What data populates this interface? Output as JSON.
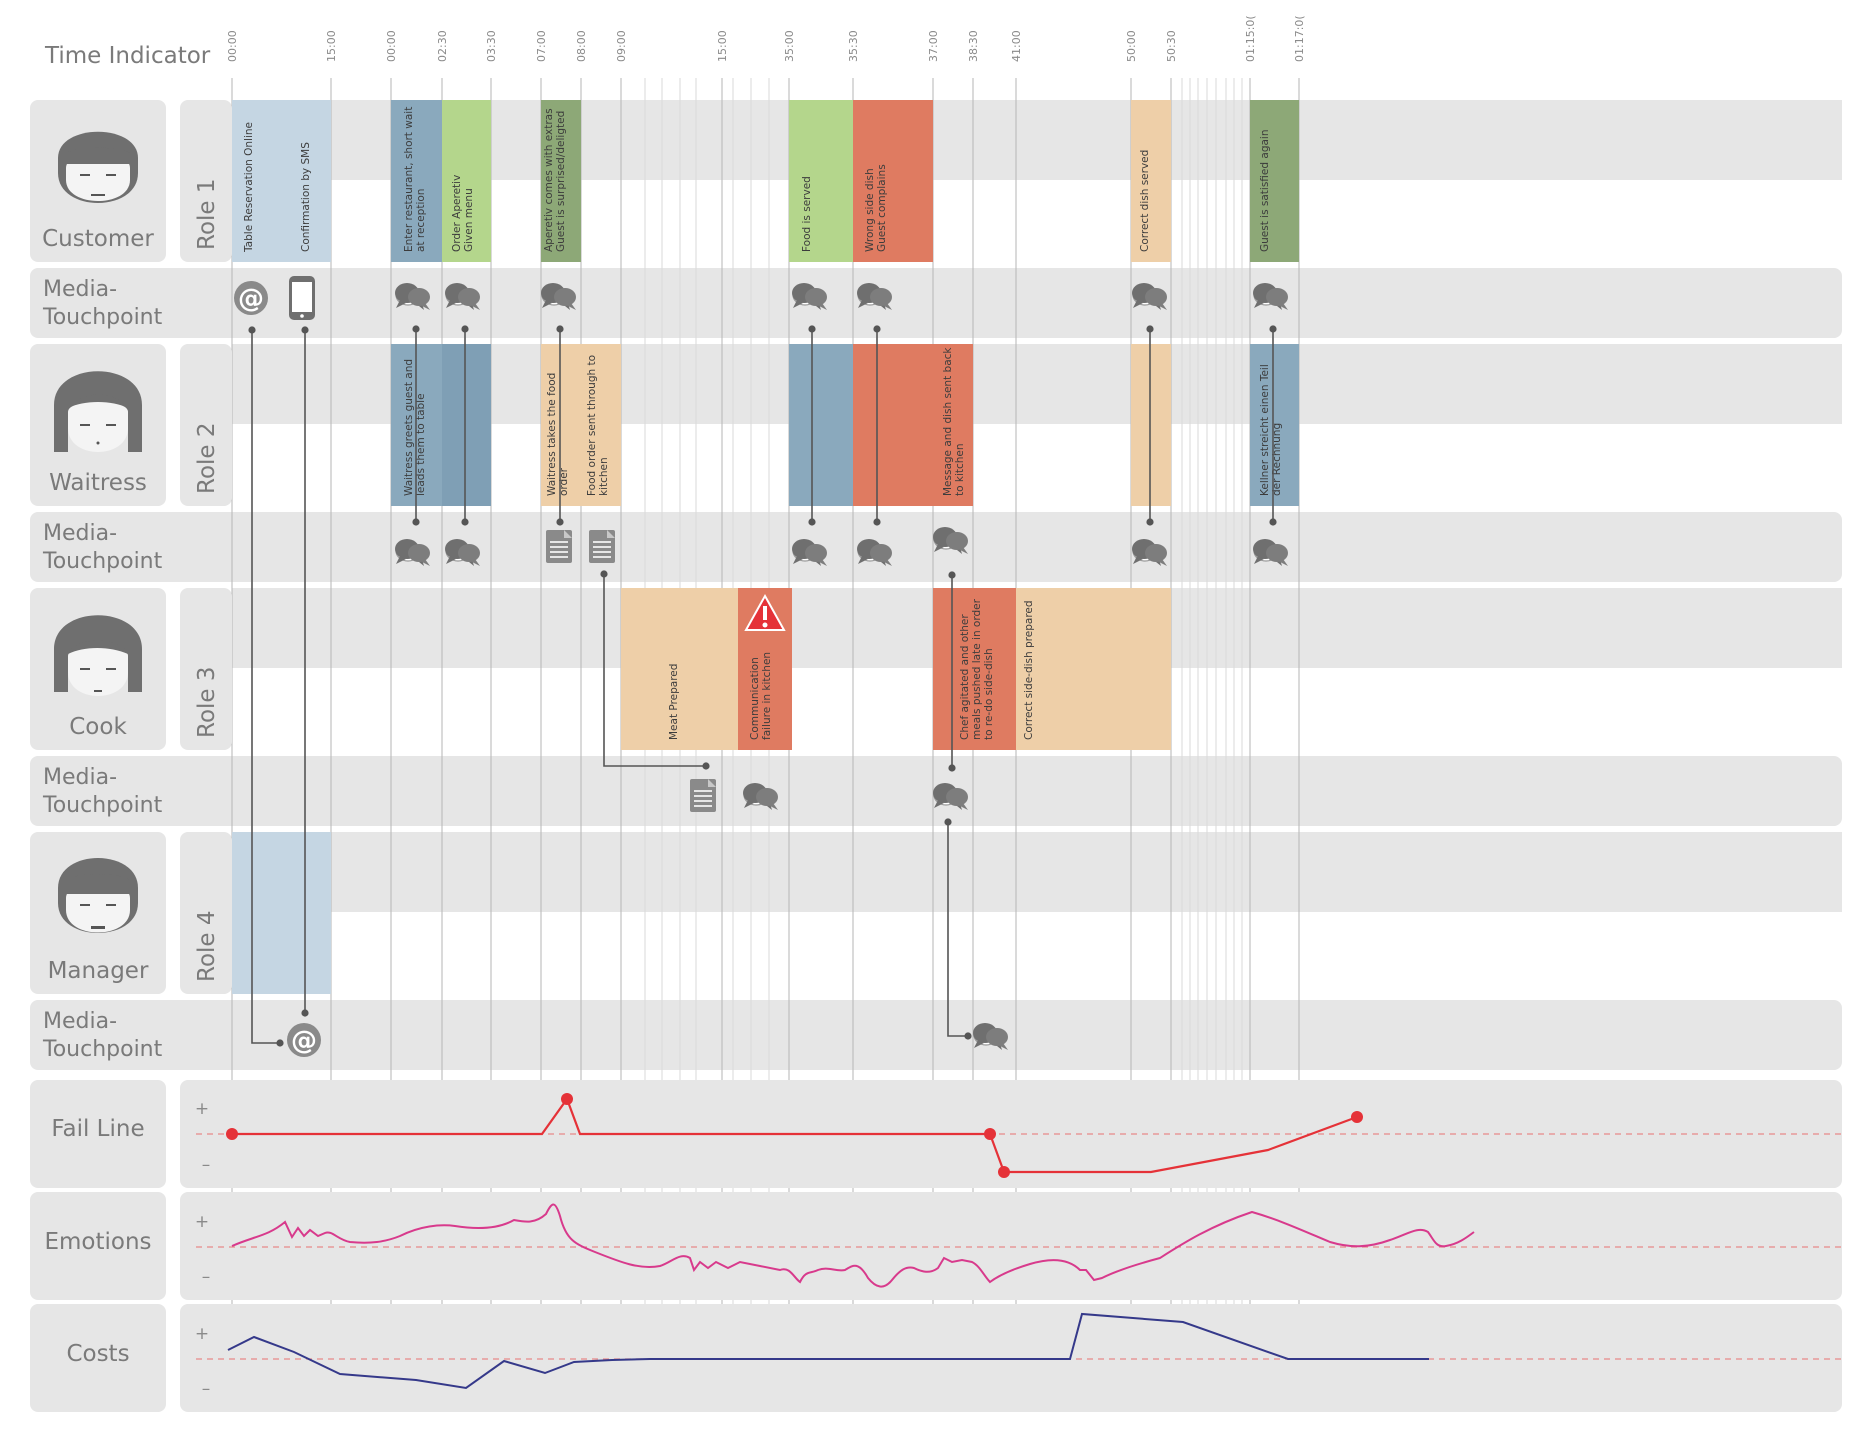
{
  "header": {
    "time_indicator": "Time Indicator"
  },
  "timeline": {
    "ticks": [
      "00:00",
      "15:00",
      "00:00",
      "02:30",
      "03:30",
      "07:00",
      "08:00",
      "09:00",
      "15:00",
      "35:00",
      "35:30",
      "37:00",
      "38:30",
      "41:00",
      "50:00",
      "50:30",
      "01:15:0(",
      "01:17:0("
    ]
  },
  "roles": [
    {
      "name": "Customer",
      "role_label": "Role 1"
    },
    {
      "name": "Waitress",
      "role_label": "Role 2"
    },
    {
      "name": "Cook",
      "role_label": "Role 3"
    },
    {
      "name": "Manager",
      "role_label": "Role 4"
    }
  ],
  "media_label": [
    "Media-",
    "Touchpoint"
  ],
  "activities": {
    "customer": [
      {
        "lines": [
          "Table Reservation Online"
        ],
        "color": "#c5d6e3"
      },
      {
        "lines": [
          "Confirmation by SMS"
        ],
        "color": "#c5d6e3"
      },
      {
        "lines": [
          "Enter restaurant, short wait",
          "at reception"
        ],
        "color": "#8aa9bd"
      },
      {
        "lines": [
          "Order Aperetiv",
          "Given menu"
        ],
        "color": "#b4d68c"
      },
      {
        "lines": [
          "Aperetiv comes with extras",
          "Guest is surprised/deligted"
        ],
        "color": "#8da877"
      },
      {
        "lines": [
          "Food is served"
        ],
        "color": "#b4d68c"
      },
      {
        "lines": [
          "Wrong side dish",
          "Guest complains"
        ],
        "color": "#df7b61"
      },
      {
        "lines": [
          "Correct dish served"
        ],
        "color": "#eecfa8"
      },
      {
        "lines": [
          "Guest is satisfied again"
        ],
        "color": "#8da877"
      }
    ],
    "waitress": [
      {
        "lines": [
          "Waitress greets guest and",
          "leads them to table"
        ],
        "color": "#8aa9bd"
      },
      {
        "lines": [
          "Waitress takes the food",
          "order"
        ],
        "color": "#eecfa8"
      },
      {
        "lines": [
          "Food order sent through to",
          "kitchen"
        ],
        "color": "#eecfa8"
      },
      {
        "lines": [
          "Message and dish sent back",
          "to kitchen"
        ],
        "color": "#df7b61"
      },
      {
        "lines": [
          "Kellner streicht einen Teil",
          "der Rechnung"
        ],
        "color": "#8aa9bd"
      }
    ],
    "cook": [
      {
        "lines": [
          "Meat Prepared"
        ],
        "color": "#eecfa8"
      },
      {
        "lines": [
          "Communication",
          "failure in kitchen"
        ],
        "color": "#df7b61"
      },
      {
        "lines": [
          "Chef agitated and other",
          "meals pushed late in order",
          "to re-do side-dish"
        ],
        "color": "#df7b61"
      },
      {
        "lines": [
          "Correct side-dish prepared"
        ],
        "color": "#eecfa8"
      }
    ]
  },
  "metrics": [
    {
      "label": "Fail Line",
      "plus": "+",
      "minus": "–",
      "color": "#e53238"
    },
    {
      "label": "Emotions",
      "plus": "+",
      "minus": "–",
      "color": "#d83a8c"
    },
    {
      "label": "Costs",
      "plus": "+",
      "minus": "–",
      "color": "#35398a"
    }
  ],
  "touchpoint_icons": {
    "customer": [
      "at-icon",
      "phone-icon",
      "speech-icon",
      "speech-icon",
      "speech-icon",
      "speech-icon",
      "speech-icon",
      "speech-icon",
      "speech-icon"
    ],
    "waitress": [
      "speech-icon",
      "speech-icon",
      "document-icon",
      "document-icon",
      "speech-icon",
      "speech-icon",
      "speech-icon",
      "speech-icon",
      "speech-icon"
    ],
    "cook": [
      "document-icon",
      "speech-icon",
      "speech-icon"
    ],
    "manager": [
      "at-icon",
      "speech-icon"
    ]
  },
  "warning_icon": "warning-icon"
}
